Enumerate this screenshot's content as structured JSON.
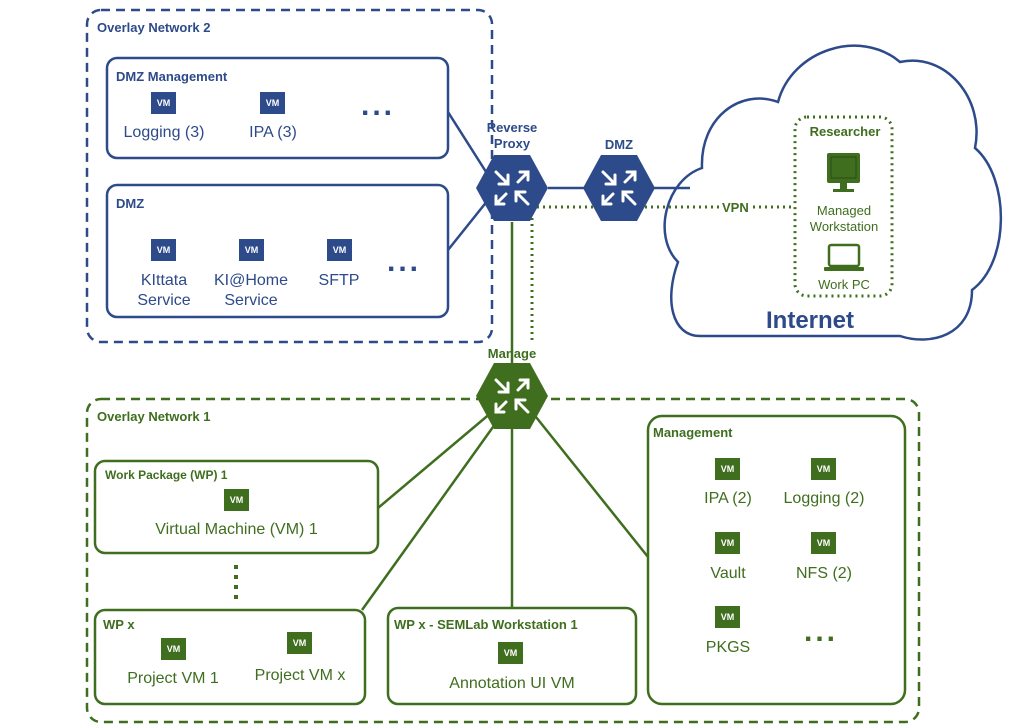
{
  "overlay2": {
    "title": "Overlay Network 2",
    "dmz_management": {
      "title": "DMZ Management",
      "items": [
        {
          "vm": "VM",
          "label": "Logging (3)"
        },
        {
          "vm": "VM",
          "label": "IPA (3)"
        }
      ],
      "more": "..."
    },
    "dmz": {
      "title": "DMZ",
      "items": [
        {
          "vm": "VM",
          "label_line1": "KIttata",
          "label_line2": "Service"
        },
        {
          "vm": "VM",
          "label_line1": "KI@Home",
          "label_line2": "Service"
        },
        {
          "vm": "VM",
          "label_line1": "SFTP",
          "label_line2": ""
        }
      ],
      "more": "..."
    }
  },
  "routers": {
    "reverse_proxy": {
      "line1": "Reverse",
      "line2": "Proxy"
    },
    "dmz": "DMZ",
    "manage": "Manage"
  },
  "vpn_label": "VPN",
  "internet": {
    "label": "Internet",
    "researcher": {
      "title": "Researcher",
      "managed_line1": "Managed",
      "managed_line2": "Workstation",
      "work_pc": "Work PC"
    }
  },
  "overlay1": {
    "title": "Overlay Network 1",
    "wp1": {
      "title": "Work Package (WP) 1",
      "vm": "VM",
      "label": "Virtual Machine (VM) 1"
    },
    "wpx": {
      "title": "WP x",
      "items": [
        {
          "vm": "VM",
          "label": "Project VM 1"
        },
        {
          "vm": "VM",
          "label": "Project VM x"
        }
      ]
    },
    "semlab": {
      "title": "WP x - SEMLab Workstation 1",
      "vm": "VM",
      "label": "Annotation UI VM"
    },
    "management": {
      "title": "Management",
      "items": [
        {
          "vm": "VM",
          "label": "IPA (2)"
        },
        {
          "vm": "VM",
          "label": "Logging (2)"
        },
        {
          "vm": "VM",
          "label": "Vault"
        },
        {
          "vm": "VM",
          "label": "NFS (2)"
        },
        {
          "vm": "VM",
          "label": "PKGS"
        }
      ],
      "more": "..."
    }
  },
  "colors": {
    "blue": "#2d4a8a",
    "green": "#3f6e1f",
    "white": "#ffffff"
  }
}
